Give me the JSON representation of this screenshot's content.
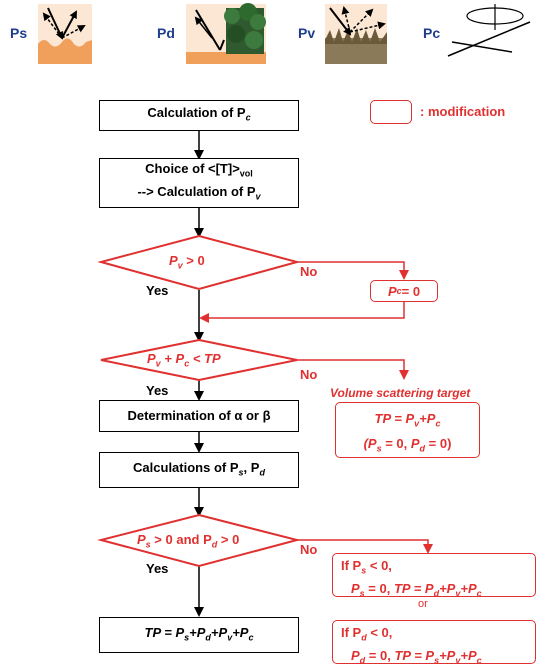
{
  "legend": {
    "text": ": modification"
  },
  "icons": {
    "surface": "Ps",
    "double_bounce": "Pd",
    "volume": "Pv",
    "helix": "Pc"
  },
  "flow": {
    "calc_pc": "Calculation of P",
    "calc_pc_sub": "c",
    "choice_line1": "Choice of  <[T]>",
    "choice_line1_sub": "vol",
    "choice_line2": "--> Calculation of  P",
    "choice_line2_sub": "v",
    "diamond1": "P",
    "diamond1_sub": "v",
    "diamond1_rest": " > 0",
    "diamond2_a": "P",
    "diamond2_a_sub": "v",
    "diamond2_b": " + P",
    "diamond2_b_sub": "c",
    "diamond2_c": " < TP",
    "determination": "Determination of α or β",
    "calcs": "Calculations of P",
    "calcs_sub1": "s",
    "calcs_mid": ", P",
    "calcs_sub2": "d",
    "diamond3_a": "P",
    "diamond3_a_sub": "s",
    "diamond3_b": " > 0 and P",
    "diamond3_b_sub": "d",
    "diamond3_c": " > 0",
    "final": "TP = P",
    "final_subs": [
      "s",
      "d",
      "v",
      "c"
    ],
    "yes": "Yes",
    "no": "No"
  },
  "modifications": {
    "pc_zero": "P",
    "pc_zero_sub": "c",
    "pc_zero_rest": " = 0",
    "volume_title": "Volume scattering target",
    "volume_line1": "TP = P",
    "volume_line1_subs": [
      "v",
      "c"
    ],
    "volume_line2": "(P",
    "volume_line2_subs": [
      "s",
      "d"
    ],
    "ps_neg_line1": "If P",
    "ps_neg_line1_sub": "s",
    "ps_neg_line1_rest": " < 0,",
    "ps_neg_line2": "P",
    "ps_neg_line2_subs": [
      "s",
      "d",
      "v",
      "c"
    ],
    "or": "or",
    "pd_neg_line1": "If P",
    "pd_neg_line1_sub": "d",
    "pd_neg_line1_rest": " < 0,",
    "pd_neg_line2_subs": [
      "d",
      "s",
      "v",
      "c"
    ]
  }
}
